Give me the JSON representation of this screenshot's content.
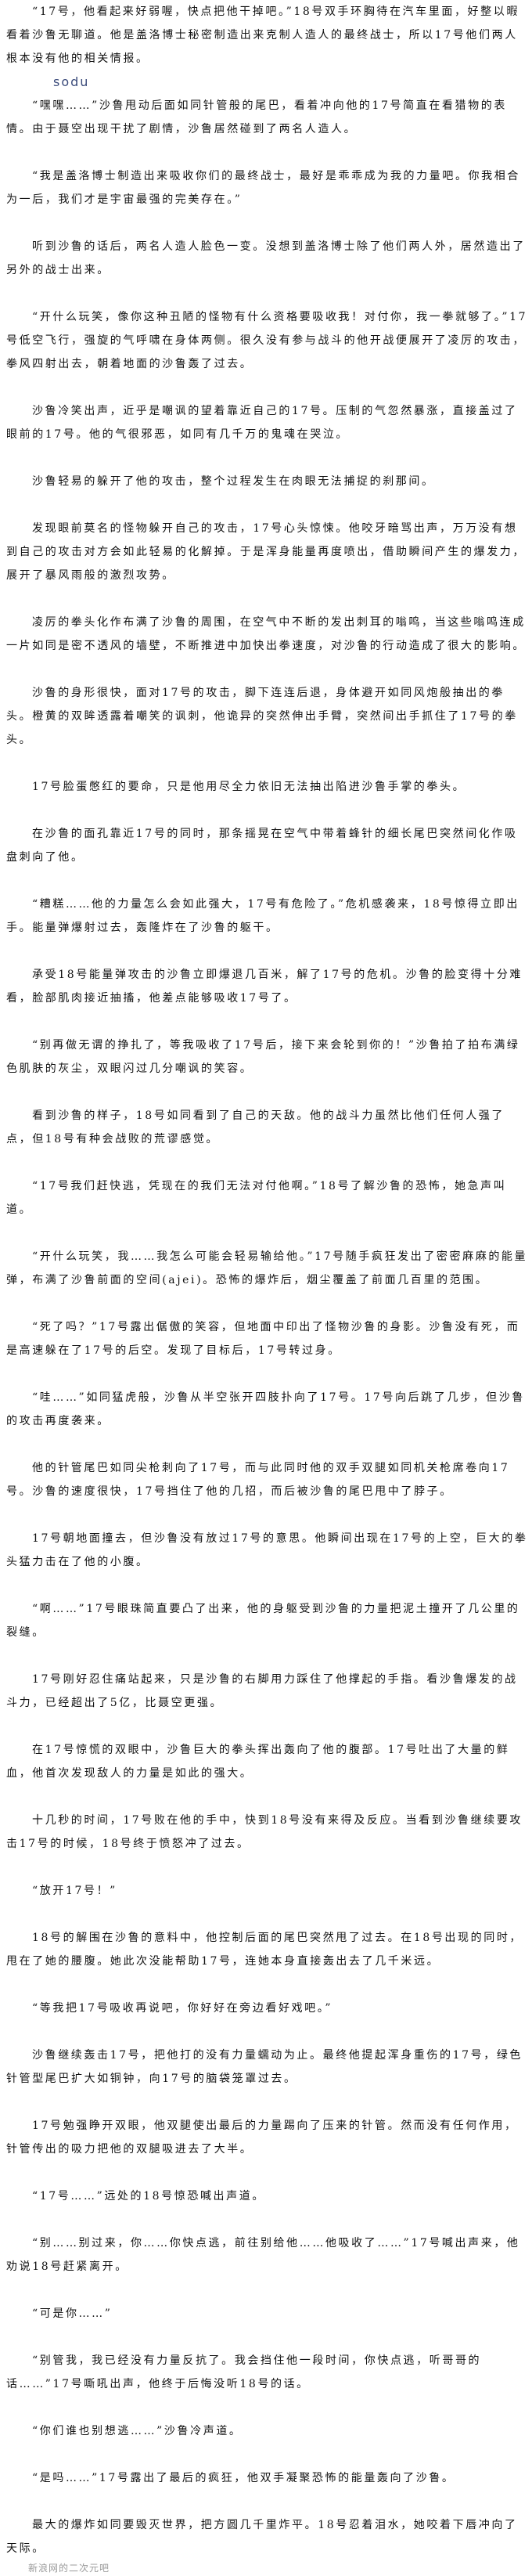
{
  "watermarks": {
    "top": "sodu",
    "bottom": "新浪网的二次元吧"
  },
  "paragraphs": [
    "“17号，他看起来好弱喔，快点把他干掉吧。”18号双手环胸待在汽车里面，好整以暇看着沙鲁无聊道。他是盖洛博士秘密制造出来克制人造人的最终战士，所以17号他们两人根本没有他的相关情报。",
    "“嘿嘿……”沙鲁甩动后面如同针管般的尾巴，看着冲向他的17号简直在看猎物的表情。由于聂空出现干扰了剧情，沙鲁居然碰到了两名人造人。",
    "“我是盖洛博士制造出来吸收你们的最终战士，最好是乖乖成为我的力量吧。你我相合为一后，我们才是宇宙最强的完美存在。”",
    "听到沙鲁的话后，两名人造人脸色一变。没想到盖洛博士除了他们两人外，居然造出了另外的战士出来。",
    "“开什么玩笑，像你这种丑陋的怪物有什么资格要吸收我！对付你，我一拳就够了。”17号低空飞行，强旋的气呼啸在身体两侧。很久没有参与战斗的他开战便展开了凌厉的攻击，拳风四射出去，朝着地面的沙鲁轰了过去。",
    "沙鲁冷笑出声，近乎是嘲讽的望着靠近自己的17号。压制的气忽然暴涨，直接盖过了眼前的17号。他的气很邪恶，如同有几千万的鬼魂在哭泣。",
    "沙鲁轻易的躲开了他的攻击，整个过程发生在肉眼无法捕捉的刹那间。",
    "发现眼前莫名的怪物躲开自己的攻击，17号心头惊悚。他咬牙暗骂出声，万万没有想到自己的攻击对方会如此轻易的化解掉。于是浑身能量再度喷出，借助瞬间产生的爆发力，展开了暴风雨般的激烈攻势。",
    "凌厉的拳头化作布满了沙鲁的周围，在空气中不断的发出刺耳的嗡鸣，当这些嗡鸣连成一片如同是密不透风的墙壁，不断推进中加快出拳速度，对沙鲁的行动造成了很大的影响。",
    "沙鲁的身形很快，面对17号的攻击，脚下连连后退，身体避开如同风炮般抽出的拳头。橙黄的双眸透露着嘲笑的讽刺，他诡异的突然伸出手臂，突然间出手抓住了17号的拳头。",
    "17号脸蛋憋红的要命，只是他用尽全力依旧无法抽出陷进沙鲁手掌的拳头。",
    "在沙鲁的面孔靠近17号的同时，那条摇晃在空气中带着蜂针的细长尾巴突然间化作吸盘刺向了他。",
    "“糟糕……他的力量怎么会如此强大，17号有危险了。”危机感袭来，18号惊得立即出手。能量弹爆射过去，轰隆炸在了沙鲁的躯干。",
    "承受18号能量弹攻击的沙鲁立即爆退几百米，解了17号的危机。沙鲁的脸变得十分难看，脸部肌肉接近抽搐，他差点能够吸收17号了。",
    "“别再做无谓的挣扎了，等我吸收了17号后，接下来会轮到你的！”沙鲁拍了拍布满绿色肌肤的灰尘，双眼闪过几分嘲讽的笑容。",
    "看到沙鲁的样子，18号如同看到了自己的天敌。他的战斗力虽然比他们任何人强了点，但18号有种会战败的荒谬感觉。",
    "“17号我们赶快逃，凭现在的我们无法对付他啊。”18号了解沙鲁的恐怖，她急声叫道。",
    "“开什么玩笑，我……我怎么可能会轻易输给他。”17号随手疯狂发出了密密麻麻的能量弹，布满了沙鲁前面的空间(ajei)。恐怖的爆炸后，烟尘覆盖了前面几百里的范围。",
    "“死了吗？”17号露出倨傲的笑容，但地面中印出了怪物沙鲁的身影。沙鲁没有死，而是高速躲在了17号的后空。发现了目标后，17号转过身。",
    "“哇……”如同猛虎般，沙鲁从半空张开四肢扑向了17号。17号向后跳了几步，但沙鲁的攻击再度袭来。",
    "他的针管尾巴如同尖枪刺向了17号，而与此同时他的双手双腿如同机关枪席卷向17号。沙鲁的速度很快，17号挡住了他的几招，而后被沙鲁的尾巴甩中了脖子。",
    "17号朝地面撞去，但沙鲁没有放过17号的意思。他瞬间出现在17号的上空，巨大的拳头猛力击在了他的小腹。",
    "“啊……”17号眼珠简直要凸了出来，他的身躯受到沙鲁的力量把泥土撞开了几公里的裂缝。",
    "17号刚好忍住痛站起来，只是沙鲁的右脚用力踩住了他撑起的手指。看沙鲁爆发的战斗力，已经超出了5亿，比聂空更强。",
    "在17号惊慌的双眼中，沙鲁巨大的拳头挥出轰向了他的腹部。17号吐出了大量的鲜血，他首次发现敌人的力量是如此的强大。",
    "十几秒的时间，17号败在他的手中，快到18号没有来得及反应。当看到沙鲁继续要攻击17号的时候，18号终于愤怒冲了过去。",
    "“放开17号！”",
    "18号的解围在沙鲁的意料中，他控制后面的尾巴突然甩了过去。在18号出现的同时，甩在了她的腰腹。她此次没能帮助17号，连她本身直接轰出去了几千米远。",
    "“等我把17号吸收再说吧，你好好在旁边看好戏吧。”",
    "沙鲁继续轰击17号，把他打的没有力量蠕动为止。最终他提起浑身重伤的17号，绿色针管型尾巴扩大如铜钟，向17号的脑袋笼罩过去。",
    "17号勉强睁开双眼，他双腿使出最后的力量踢向了压来的针管。然而没有任何作用，针管传出的吸力把他的双腿吸进去了大半。",
    "“17号……”远处的18号惊恐喊出声道。",
    "“别……别过来，你……你快点逃，前往别给他……他吸收了……”17号喊出声来，他劝说18号赶紧离开。",
    "“可是你……”",
    "“别管我，我已经没有力量反抗了。我会挡住他一段时间，你快点逃，听哥哥的话……”17号嘶吼出声，他终于后悔没听18号的话。",
    "“你们谁也别想逃……”沙鲁冷声道。",
    "“是吗……”17号露出了最后的疯狂，他双手凝聚恐怖的能量轰向了沙鲁。",
    "最大的爆炸如同要毁灭世界，把方圆几千里炸平。18号忍着泪水，她咬着下唇冲向了天际。"
  ]
}
